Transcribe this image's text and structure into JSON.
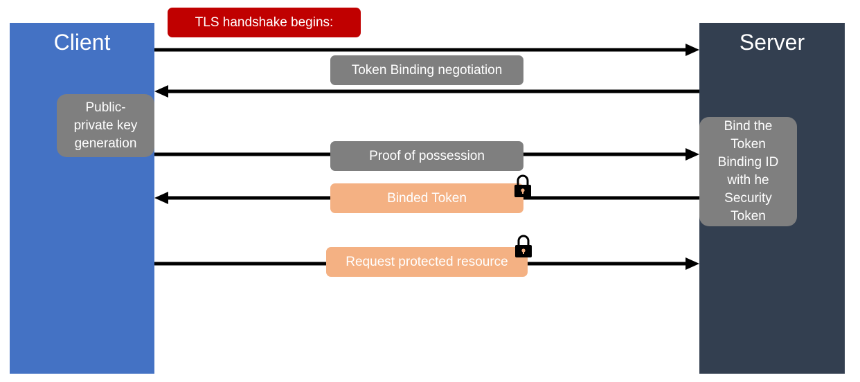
{
  "client": {
    "title": "Client"
  },
  "server": {
    "title": "Server"
  },
  "handshake_label": "TLS handshake begins:",
  "steps": [
    {
      "label": "Token Binding negotiation"
    },
    {
      "label": "Proof of possession"
    },
    {
      "label": "Binded Token"
    },
    {
      "label": "Request protected resource"
    }
  ],
  "client_note": "Public-\nprivate key\ngeneration",
  "server_note": "Bind the\nToken\nBinding ID\nwith he\nSecurity\nToken",
  "colors": {
    "client": "#4472c4",
    "server": "#333f50",
    "handshake": "#c00000",
    "gray_box": "#7f7f7f",
    "peach_box": "#f4b183"
  },
  "icons": [
    "lock-icon",
    "lock-icon"
  ]
}
